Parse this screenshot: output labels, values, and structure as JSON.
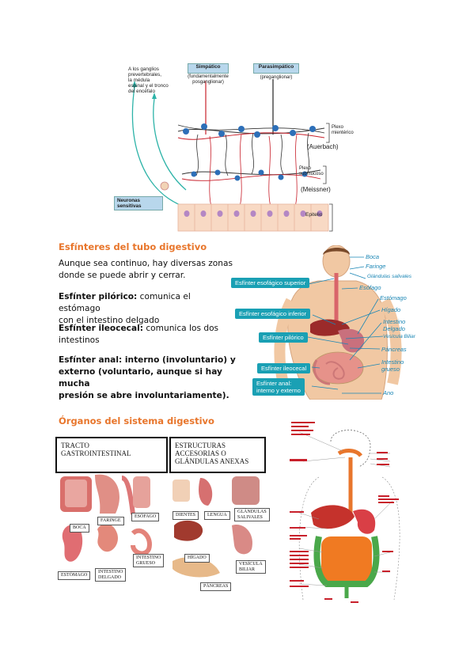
{
  "figure1": {
    "ganglios_lines": [
      "A los ganglios",
      "prevertebrales,",
      "la médula",
      "espinal y el tronco",
      "del encéfalo"
    ],
    "simpatico_title": "Simpático",
    "simpatico_sub": [
      "(fundamentalmente",
      "posganglionar)"
    ],
    "parasimpatico_title": "Parasimpático",
    "parasimpatico_sub": "(preganglionar)",
    "plexo_mienterico": [
      "Plexo",
      "mientérico"
    ],
    "auerbach": "(Auerbach)",
    "plexo_submucoso": [
      "Plexo",
      "submucoso"
    ],
    "meissner": "(Meissner)",
    "neuronas_sensitivas": [
      "Neuronas",
      "sensitivas"
    ],
    "epitelio": "Epitelio"
  },
  "section1": {
    "heading": "Esfínteres del tubo digestivo",
    "p1_lines": [
      "Aunque sea continuo, hay diversas zonas",
      "donde se puede abrir y cerrar."
    ],
    "p2_bold": "Esfínter pilórico:",
    "p2_rest": " comunica el estómago",
    "p2_line2": "con el intestino delgado",
    "p3_bold": "Esfínter ileocecal:",
    "p3_rest": " comunica los dos",
    "p3_line2": "intestinos",
    "p4_bold1": "Esfínter anal:",
    "p4_rest1": " interno (involuntario) y",
    "p4_line2": "externo (voluntario, aunque si hay mucha",
    "p4_line3": "presión se abre involuntariamente)."
  },
  "figure2": {
    "sphincters": [
      "Esfínter esofágico superior",
      "Esfínter esofágico inferior",
      "Esfínter pilórico",
      "Esfínter ileocecal",
      "Esfínter anal:",
      "interno y externo"
    ],
    "organs": [
      "Boca",
      "Faringe",
      "Glándulas salivales",
      "Esófago",
      "Estómago",
      "Hígado",
      "Intestino",
      "Delgado",
      "Vesícula Biliar",
      "Páncreas",
      "Intestino",
      "grueso",
      "Ano"
    ]
  },
  "section2": {
    "heading": "Órganos del sistema digestivo"
  },
  "figure3": {
    "tracto_lines": [
      "Tracto",
      "Gastrointestinal"
    ],
    "estructuras_lines": [
      "Estructuras",
      "accesorias o",
      "glándulas anexas"
    ],
    "captions": [
      "Boca",
      "Faringe",
      "Esófago",
      "Estómago",
      "Intestino",
      "delgado",
      "Intestino",
      "grueso",
      "Dientes",
      "Lengua",
      "Glándulas",
      "salivales",
      "Hígado",
      "Vesícula",
      "biliar",
      "Páncreas"
    ]
  },
  "colors": {
    "accent_orange": "#e8762c",
    "teal": "#1aa0b4",
    "neuron_blue": "#2d6fb8",
    "nerve_red": "#c8202b"
  }
}
